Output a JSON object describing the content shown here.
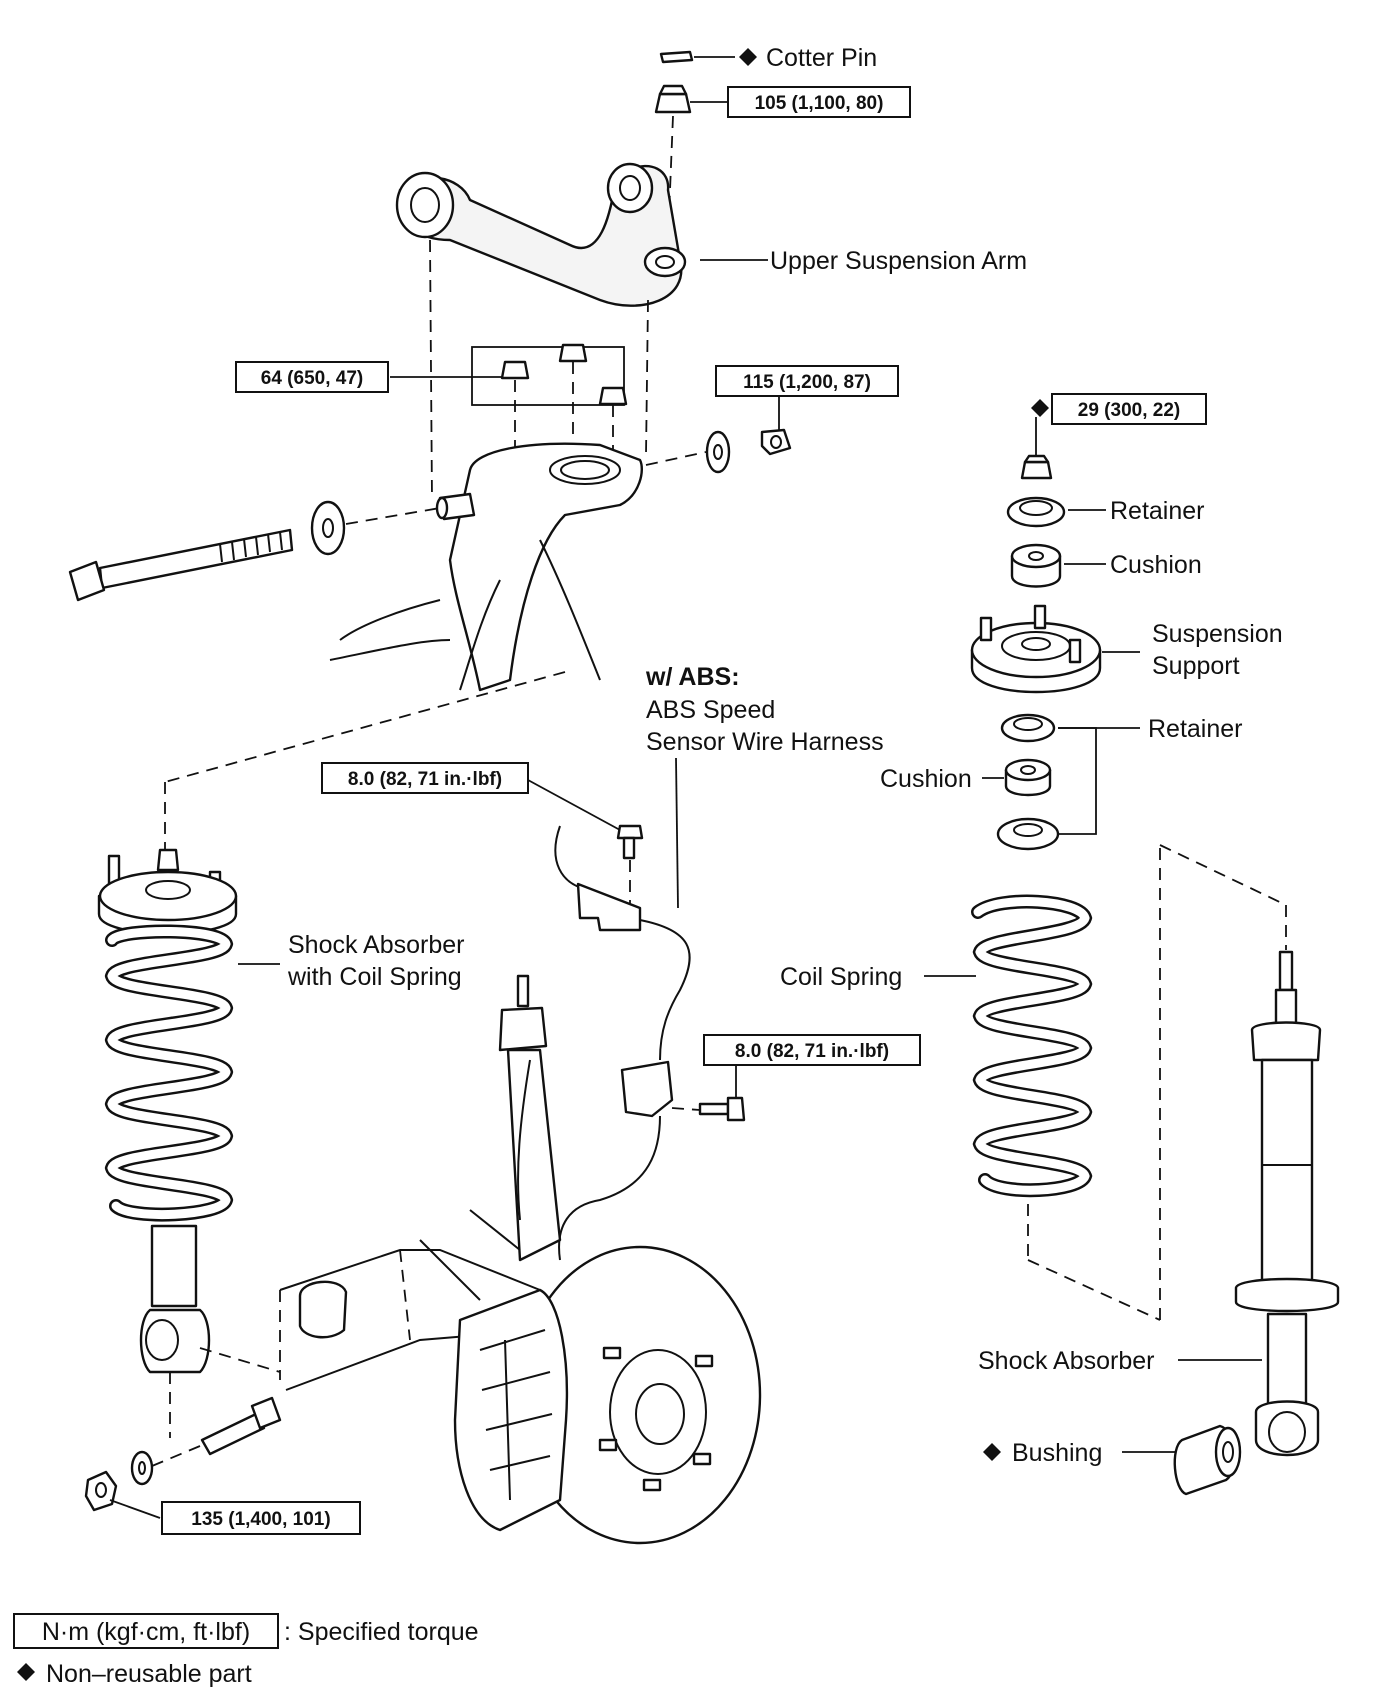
{
  "labels": {
    "cotter_pin": "Cotter Pin",
    "upper_suspension_arm": "Upper Suspension Arm",
    "retainer_top": "Retainer",
    "cushion_top": "Cushion",
    "suspension_support_1": "Suspension",
    "suspension_support_2": "Support",
    "retainer_lower": "Retainer",
    "cushion_lower": "Cushion",
    "abs_header": "w/  ABS:",
    "abs_speed_1": "ABS Speed",
    "abs_speed_2": "Sensor Wire Harness",
    "shock_coil_1": "Shock Absorber",
    "shock_coil_2": "with Coil Spring",
    "coil_spring": "Coil Spring",
    "shock_absorber": "Shock Absorber",
    "bushing": "Bushing"
  },
  "torques": {
    "t105": "105 (1,100, 80)",
    "t64": "64 (650, 47)",
    "t115": "115 (1,200, 87)",
    "t29": "29 (300, 22)",
    "t8a": "8.0 (82, 71 in.·lbf)",
    "t8b": "8.0 (82, 71 in.·lbf)",
    "t135": "135 (1,400, 101)"
  },
  "legend": {
    "box_text": "N·m (kgf·cm, ft·lbf)",
    "box_meaning": ": Specified torque",
    "nonreusable": "Non–reusable part"
  },
  "symbols": {
    "non_reusable_mark": "diamond"
  }
}
